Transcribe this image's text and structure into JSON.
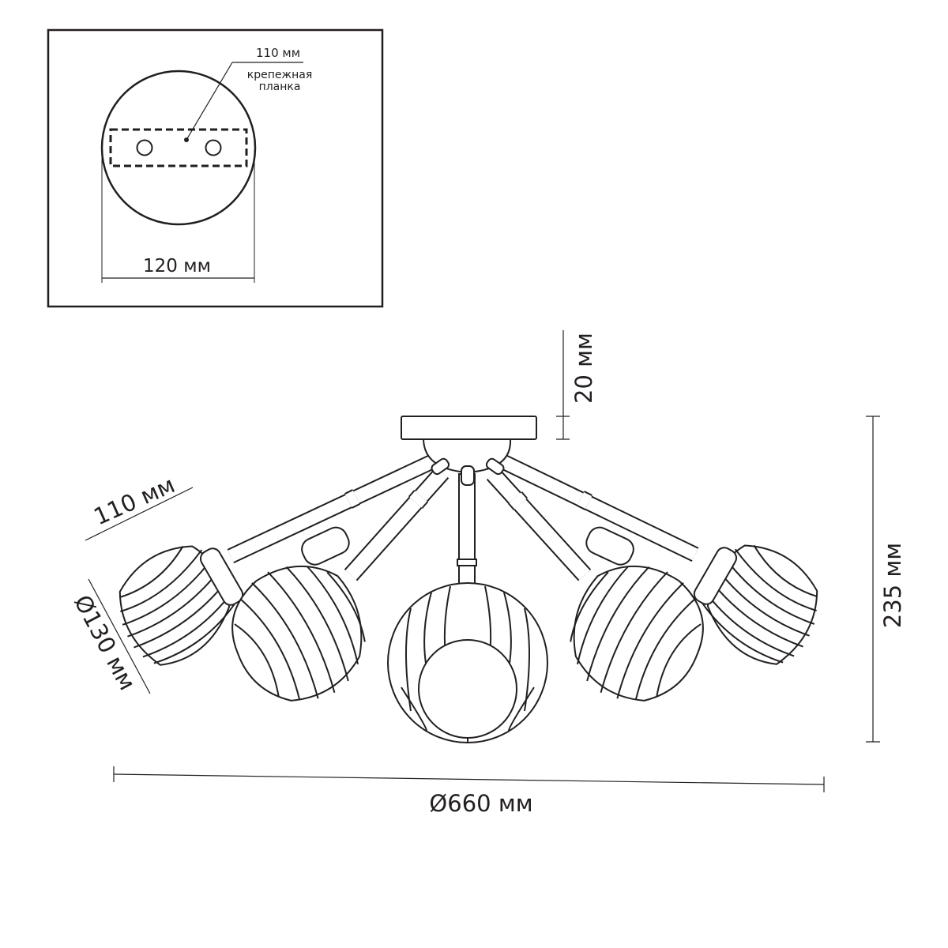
{
  "inset": {
    "plate_hole_spacing": "110 мм",
    "plate_label_line1": "крепежная",
    "plate_label_line2": "планка",
    "canopy_diameter": "120 мм"
  },
  "lamp": {
    "canopy_height": "20 мм",
    "shade_length": "110 мм",
    "shade_diameter": "Ø130 мм",
    "total_height": "235 мм",
    "total_diameter": "Ø660 мм"
  },
  "colors": {
    "line": "#231f20",
    "background": "#ffffff"
  }
}
